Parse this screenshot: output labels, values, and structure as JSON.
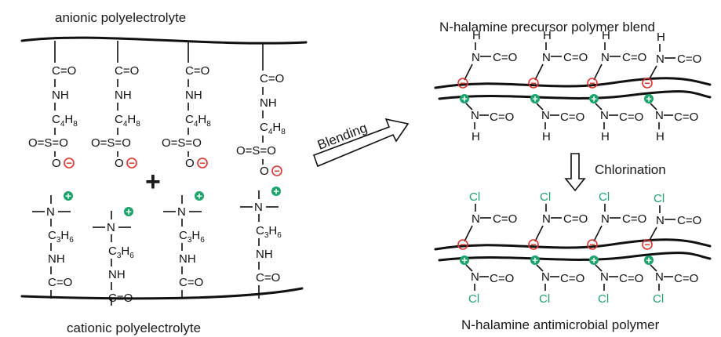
{
  "labels": {
    "anionic": "anionic polyelectrolyte",
    "cationic": "cationic polyelectrolyte",
    "blend_title": "N-halamine precursor polymer blend",
    "antimicrobial_title": "N-halamine antimicrobial polymer",
    "blending": "Blending",
    "chlorination": "Chlorination",
    "plus": "+"
  },
  "chem": {
    "co": "C=O",
    "nh": "NH",
    "c4h8": "C",
    "c4h8_sub1": "4",
    "h_letter": "H",
    "c4h8_sub2": "8",
    "c3h6": "C",
    "c3h6_sub1": "3",
    "c3h6_sub2": "6",
    "s": "S",
    "o": "O",
    "os_eq": "O=S=O",
    "n": "N",
    "cl": "Cl",
    "minus": "−",
    "plus": "+"
  },
  "colors": {
    "anion": "#e0302a",
    "cation": "#1aa36a",
    "text": "#111111"
  }
}
